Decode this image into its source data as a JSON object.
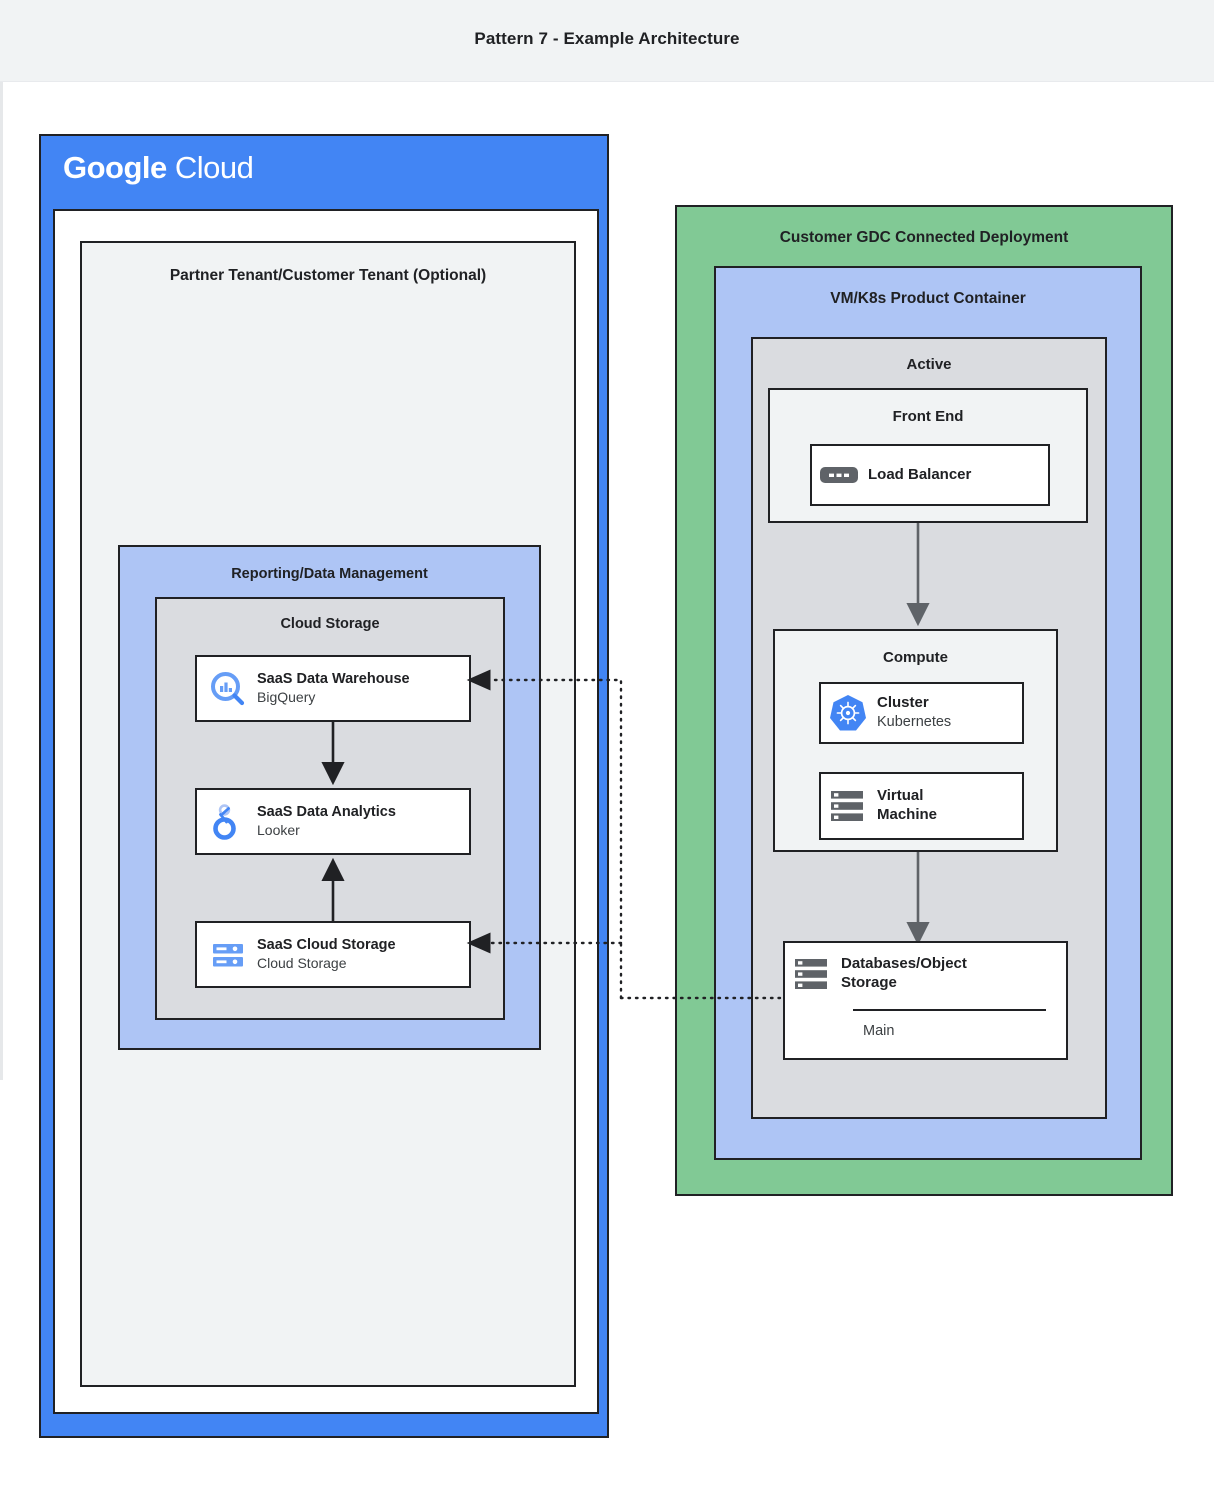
{
  "header": {
    "title": "Pattern 7 - Example Architecture"
  },
  "google_cloud": {
    "logo_bold": "Google",
    "logo_light": "Cloud",
    "tenant": {
      "title": "Partner Tenant/Customer Tenant (Optional)",
      "reporting": {
        "title": "Reporting/Data Management",
        "cloud_storage_group": {
          "title": "Cloud Storage",
          "services": [
            {
              "icon": "bigquery-icon",
              "name": "SaaS Data Warehouse",
              "sub": "BigQuery"
            },
            {
              "icon": "looker-icon",
              "name": "SaaS Data Analytics",
              "sub": "Looker"
            },
            {
              "icon": "cloud-storage-icon",
              "name": "SaaS Cloud Storage",
              "sub": "Cloud Storage"
            }
          ]
        }
      }
    }
  },
  "gdc": {
    "title": "Customer GDC Connected Deployment",
    "product_container": {
      "title": "VM/K8s Product Container",
      "active": {
        "title": "Active",
        "front_end": {
          "title": "Front End",
          "load_balancer": {
            "icon": "load-balancer-icon",
            "name": "Load Balancer"
          }
        },
        "compute": {
          "title": "Compute",
          "items": [
            {
              "icon": "kubernetes-icon",
              "name": "Cluster",
              "sub": "Kubernetes"
            },
            {
              "icon": "virtual-machine-icon",
              "name": "Virtual\nMachine",
              "sub": ""
            }
          ]
        },
        "database": {
          "icon": "database-storage-icon",
          "name": "Databases/Object Storage",
          "sub": "Main"
        }
      }
    }
  },
  "colors": {
    "google_blue": "#4285f4",
    "light_blue": "#aec5f5",
    "green": "#81c995",
    "gray": "#dadce0",
    "light_gray": "#f1f3f4",
    "dark": "#202124",
    "arrow_gray": "#5f6368"
  },
  "connectors": [
    {
      "name": "bigquery-to-looker",
      "style": "solid",
      "from": "SaaS Data Warehouse",
      "to": "SaaS Data Analytics"
    },
    {
      "name": "cloudstorage-to-looker",
      "style": "solid",
      "from": "SaaS Cloud Storage",
      "to": "SaaS Data Analytics"
    },
    {
      "name": "loadbalancer-to-compute",
      "style": "solid",
      "from": "Front End",
      "to": "Compute"
    },
    {
      "name": "compute-to-database",
      "style": "solid",
      "from": "Compute",
      "to": "Databases/Object Storage"
    },
    {
      "name": "database-to-bigquery",
      "style": "dotted",
      "from": "Databases/Object Storage",
      "to": "SaaS Data Warehouse"
    },
    {
      "name": "database-to-cloudstorage",
      "style": "dotted",
      "from": "Databases/Object Storage",
      "to": "SaaS Cloud Storage"
    }
  ]
}
